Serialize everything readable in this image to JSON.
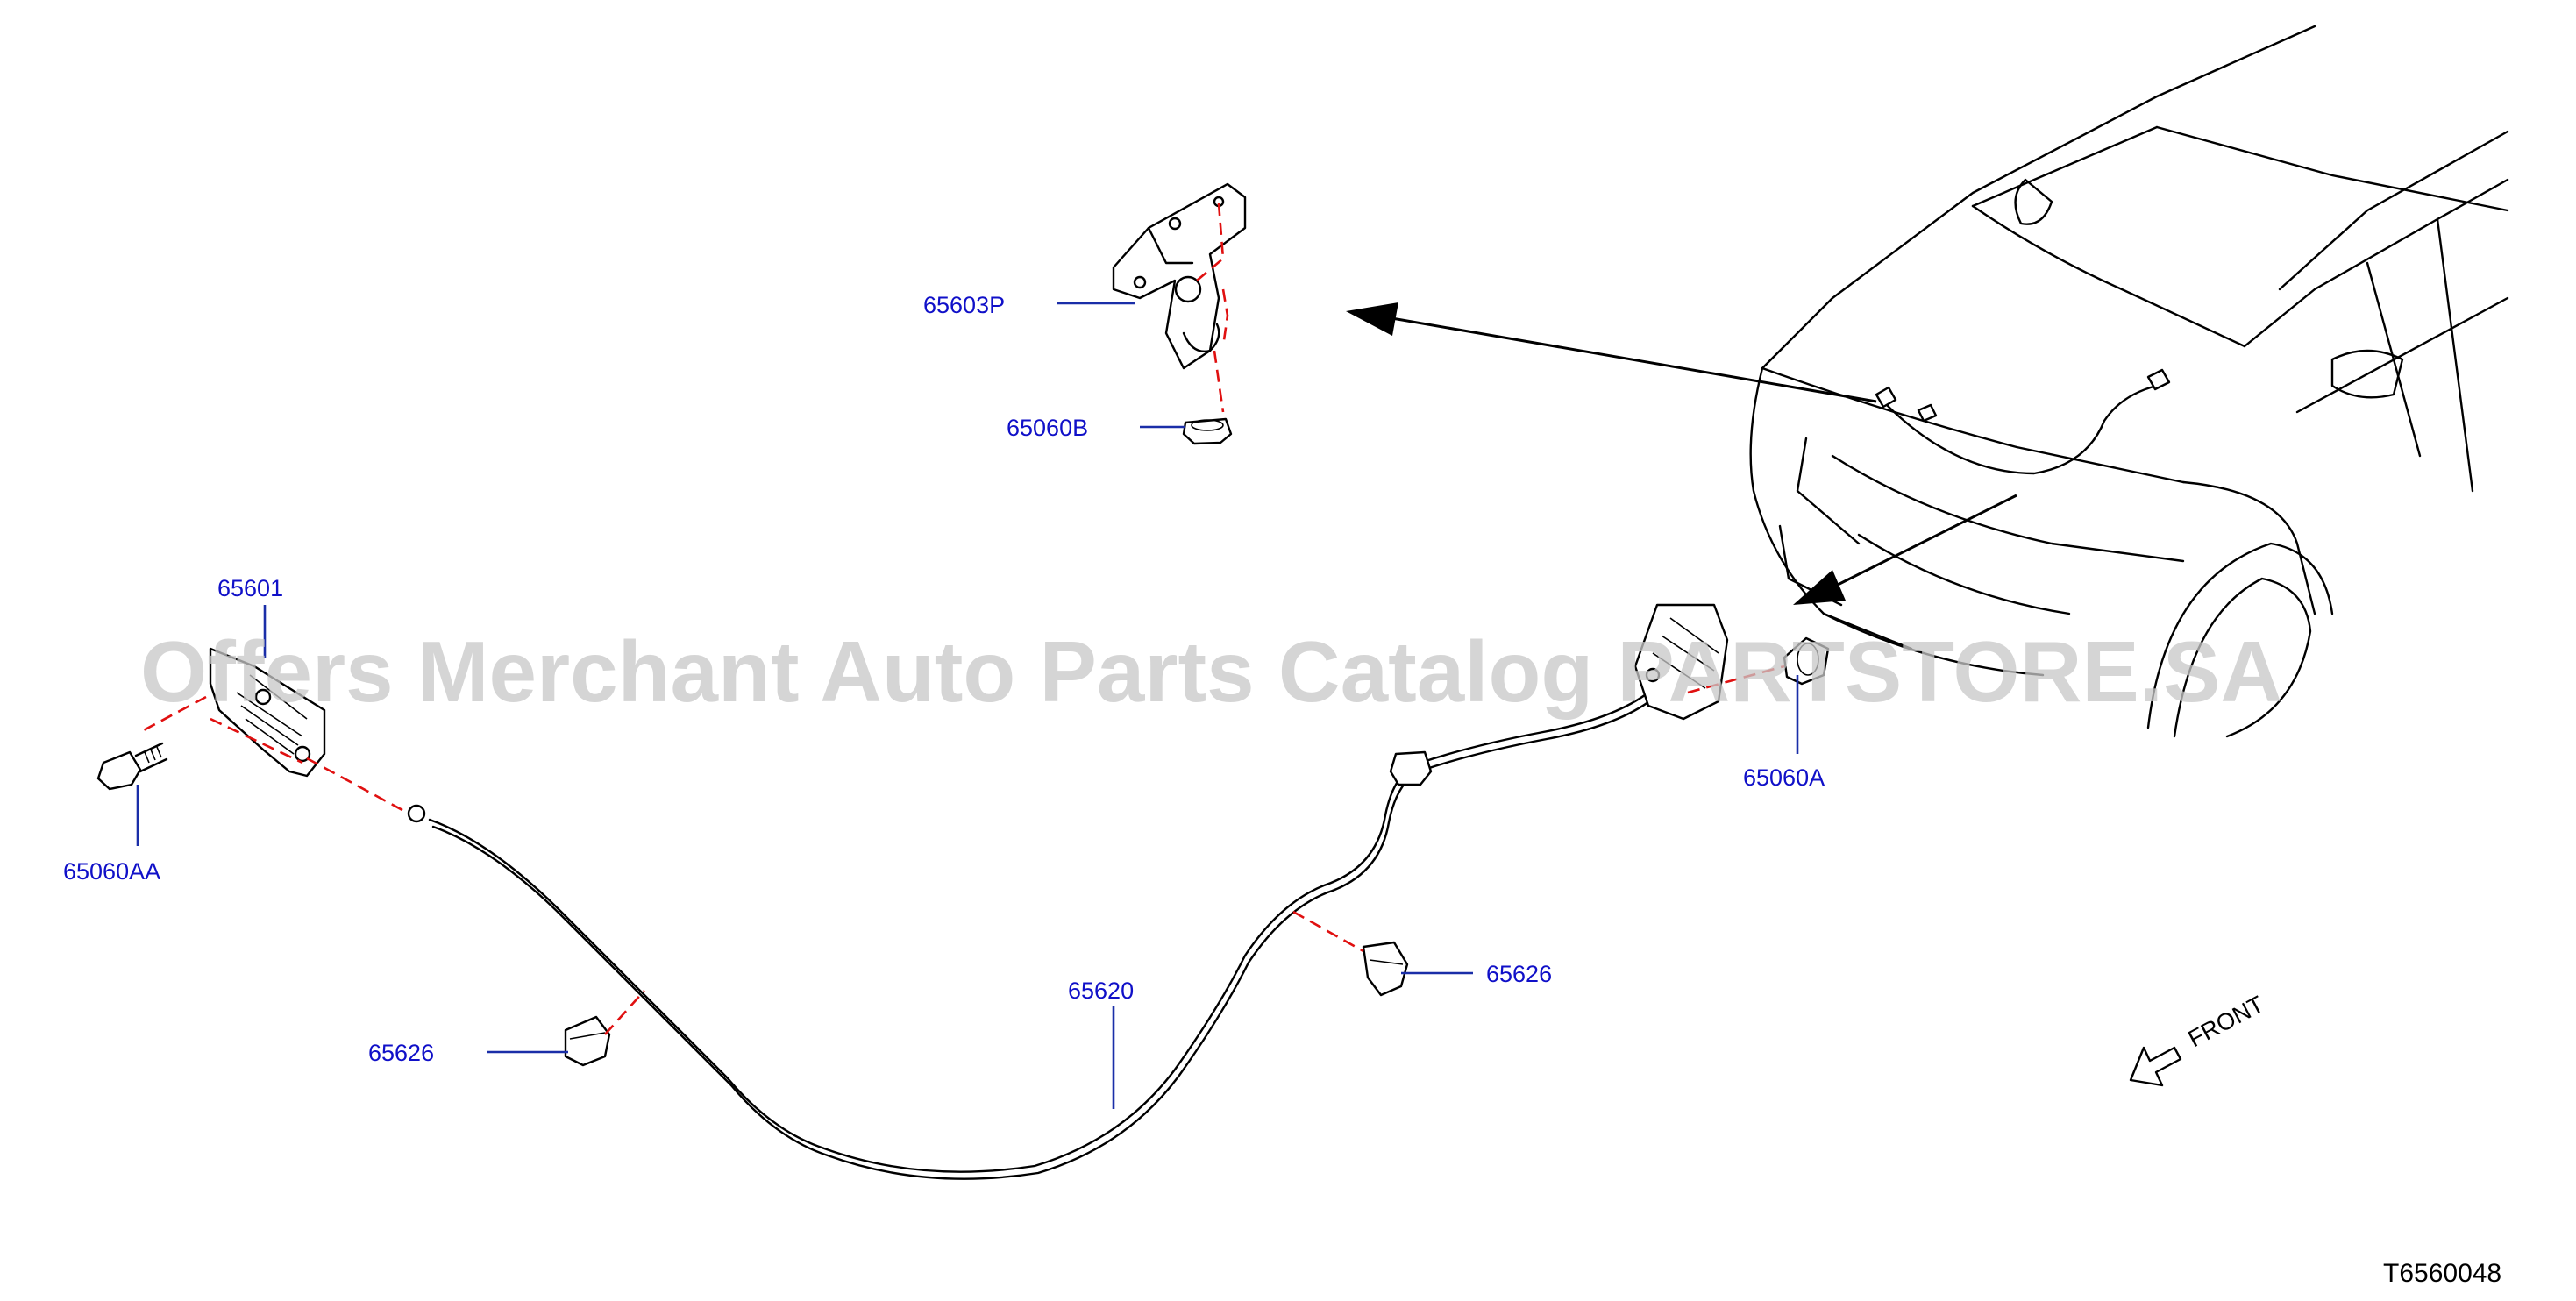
{
  "watermark": "Offers Merchant Auto Parts Catalog PARTSTORE.SA",
  "diagram_code": "T6560048",
  "front_label": "FRONT",
  "parts": {
    "hood_lock_bracket": "65603P",
    "clip_upper": "65060B",
    "hood_lock": "65601",
    "bolt": "65060AA",
    "release_handle_clip": "65060A",
    "cable": "65620",
    "cable_clip_left": "65626",
    "cable_clip_right": "65626"
  }
}
